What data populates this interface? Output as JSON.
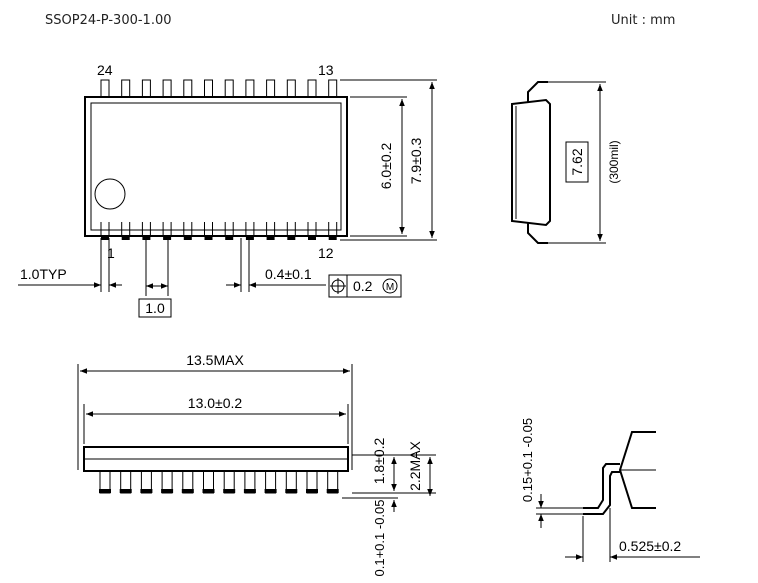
{
  "header": {
    "package_code": "SSOP24-P-300-1.00",
    "unit_label": "Unit : mm"
  },
  "top_view": {
    "pin_24": "24",
    "pin_13": "13",
    "pin_1": "1",
    "pin_12": "12",
    "body_width": "6.0±0.2",
    "overall_width": "7.9±0.3",
    "pitch_typ": "1.0TYP",
    "pitch_basic": "1.0",
    "lead_width": "0.4±0.1",
    "position_tolerance": "0.2",
    "position_modifier": "M"
  },
  "side_view": {
    "row_spacing_basic": "7.62",
    "row_spacing_mil": "(300mil)"
  },
  "front_view": {
    "max_length": "13.5MAX",
    "body_length": "13.0±0.2",
    "body_height": "1.8±0.2",
    "max_height": "2.2MAX",
    "standoff": "0.1+0.1 -0.05"
  },
  "lead_detail": {
    "lead_thickness": "0.15+0.1 -0.05",
    "lead_length": "0.525±0.2"
  }
}
